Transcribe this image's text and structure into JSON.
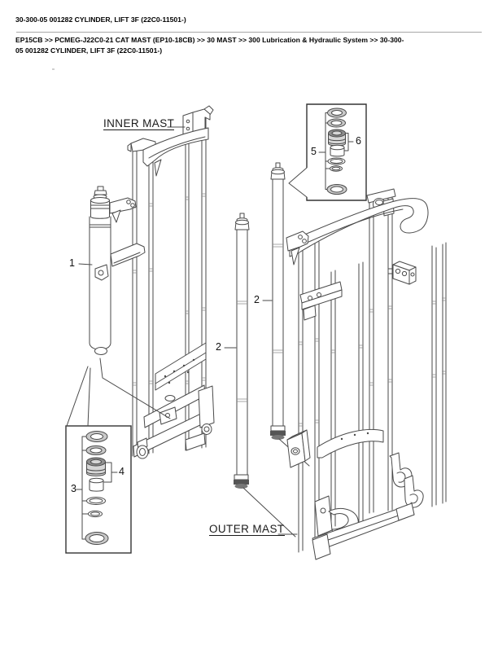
{
  "page": {
    "title": "30-300-05 001282 CYLINDER, LIFT 3F (22C0-11501-)",
    "breadcrumb": "EP15CB >> PCMEG-J22C0-21 CAT MAST (EP10-18CB) >> 30 MAST >> 300 Lubrication & Hydraulic System >> 30-300-05 001282 CYLINDER, LIFT 3F (22C0-11501-)"
  },
  "diagram": {
    "inner_mast_label": "INNER MAST",
    "outer_mast_label": "OUTER MAST",
    "callouts": {
      "c1": "1",
      "c2_left": "2",
      "c2_right": "2",
      "c3": "3",
      "c4": "4",
      "c5": "5",
      "c6": "6"
    }
  },
  "colors": {
    "line": "#4a4a4a",
    "box_border": "#333333",
    "seal_fill": "#c9c9c9",
    "seal_dark": "#8f8f8f",
    "divider": "#a8a8a8",
    "text": "#000000"
  }
}
